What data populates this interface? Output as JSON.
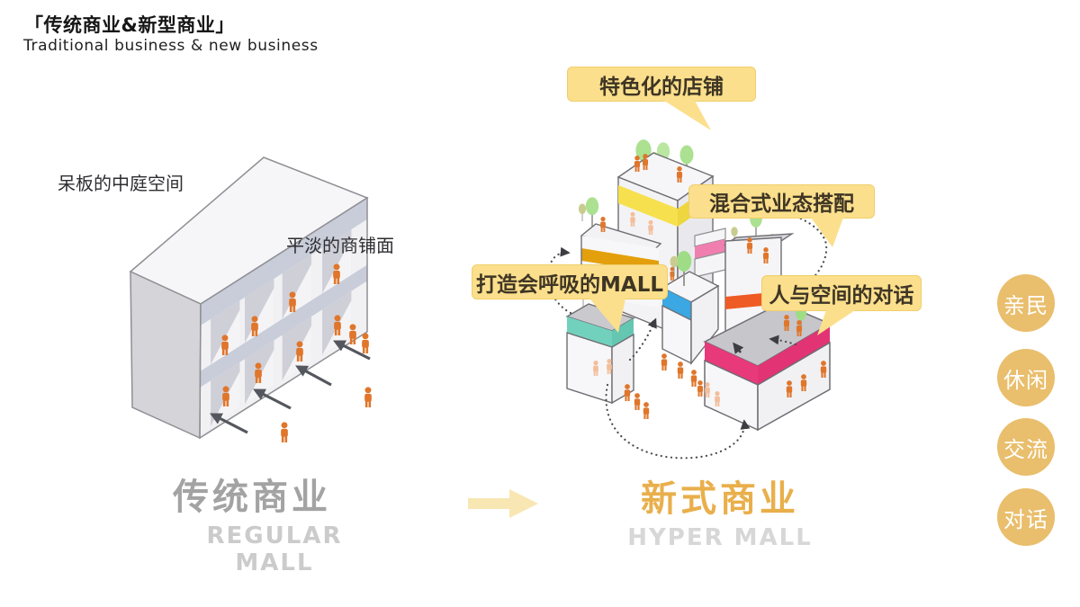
{
  "header": {
    "title": "「传统商业&新型商业」",
    "subtitle": "Traditional business & new business"
  },
  "regular_mall": {
    "label_atrium": "呆板的中庭空间",
    "label_storefront": "平淡的商铺面",
    "caption_cn": "传统商业",
    "caption_en": "REGULAR MALL"
  },
  "hyper_mall": {
    "callouts": [
      {
        "label": "特色化的店铺"
      },
      {
        "label": "混合式业态搭配"
      },
      {
        "label": "打造会呼吸的MALL"
      },
      {
        "label": "人与空间的对话"
      }
    ],
    "caption_cn": "新式商业",
    "caption_en": "HYPER MALL"
  },
  "badges": [
    {
      "label": "亲民"
    },
    {
      "label": "休闲"
    },
    {
      "label": "交流"
    },
    {
      "label": "对话"
    }
  ],
  "icons": {
    "person": "person-icon",
    "tree": "tree-icon",
    "entry_arrow": "entry-arrow-icon",
    "flow_path": "dotted-flow-path",
    "transition_arrow": "transition-arrow-icon",
    "speech_bubble": "speech-bubble"
  },
  "colors": {
    "callout_bg": "#FBDF8C",
    "badge_bg": "#E9BE6C",
    "highlight_gold": "#E9AF4B",
    "gray_caption": "#A3A3A3",
    "person_orange": "#E0762B",
    "person_light": "#F3BE9B",
    "band_yellow": "#F6E04E",
    "band_amber": "#E3A00C",
    "band_teal": "#6ECFBB",
    "band_blue": "#3BA7E3",
    "band_magenta": "#E8397B",
    "band_red_orange": "#EF5B24",
    "band_pink": "#F07FAF",
    "tree_green": "#ABE191",
    "arrow_yellow": "#F8E6B3"
  }
}
